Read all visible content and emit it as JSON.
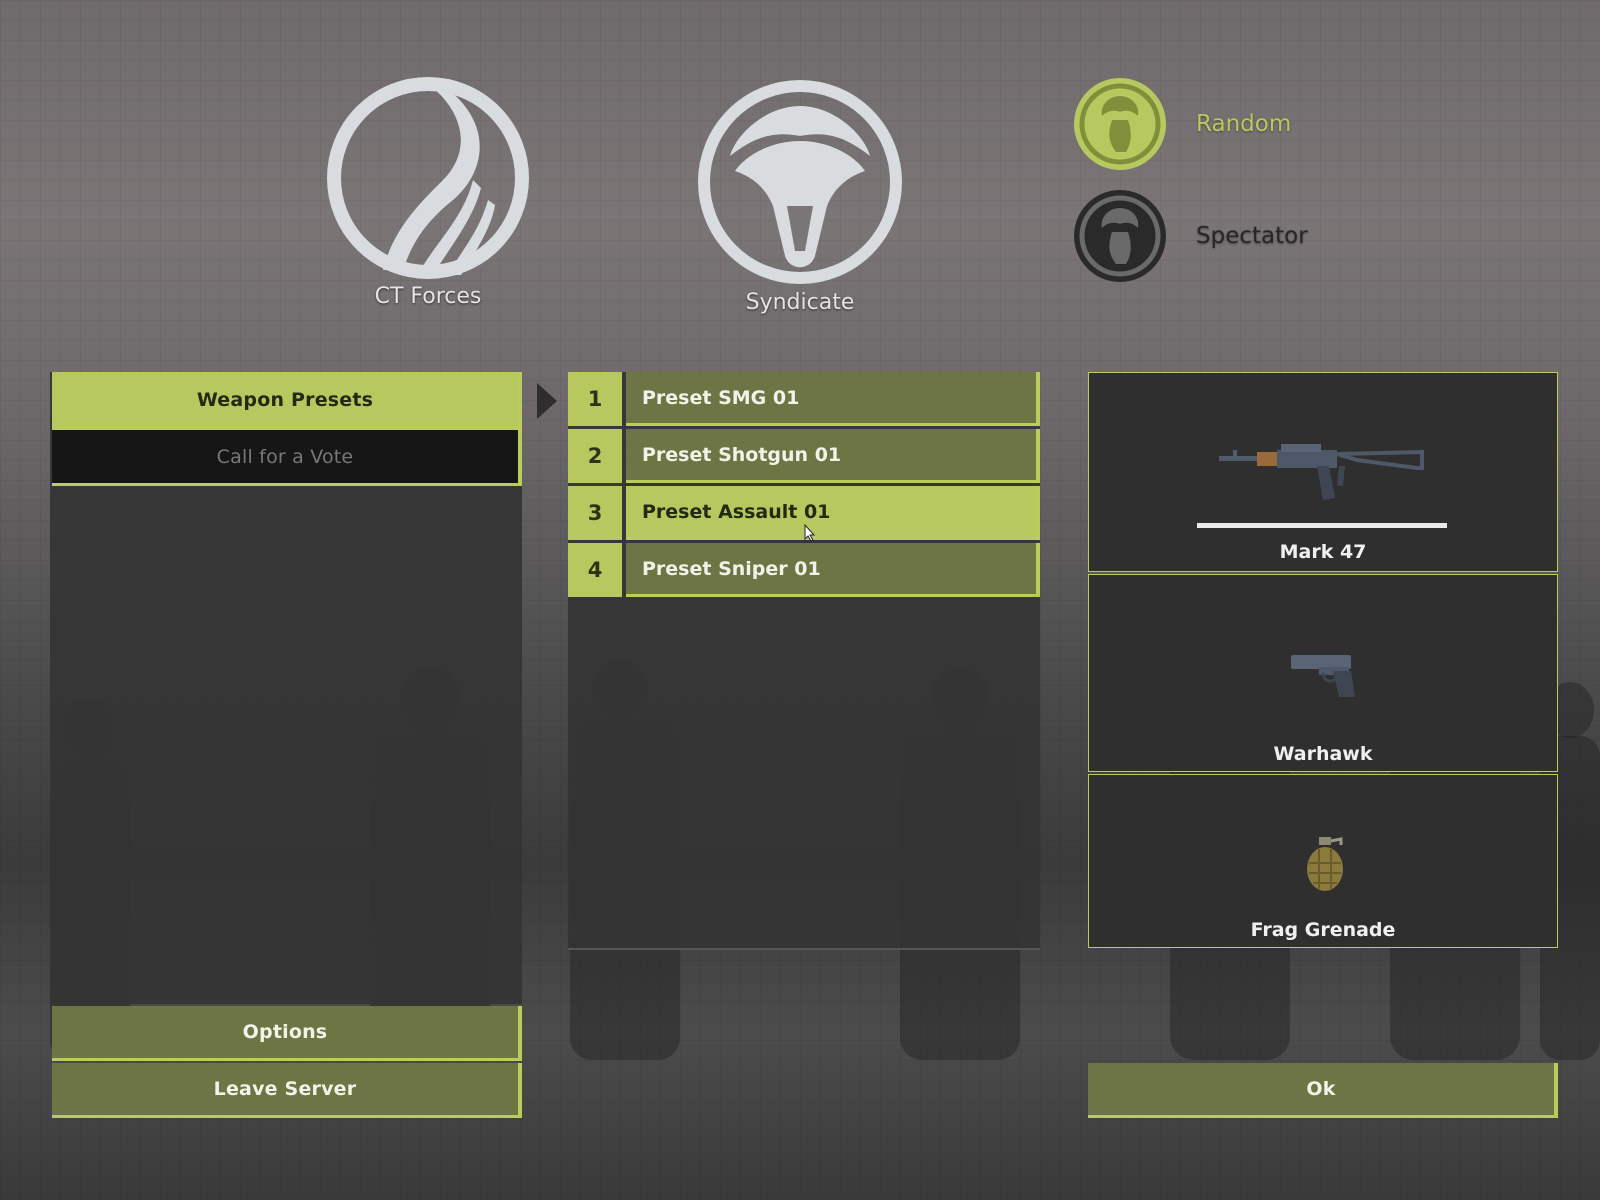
{
  "teams": {
    "ct": {
      "label": "CT Forces"
    },
    "syndicate": {
      "label": "Syndicate"
    },
    "random": {
      "label": "Random",
      "color": "#b7c95e"
    },
    "spectator": {
      "label": "Spectator",
      "color": "#2a2a2a"
    }
  },
  "left_menu": {
    "weapon_presets": "Weapon Presets",
    "call_vote": "Call for a Vote",
    "options": "Options",
    "leave_server": "Leave Server"
  },
  "presets": [
    {
      "num": "1",
      "label": "Preset  SMG 01",
      "active": false
    },
    {
      "num": "2",
      "label": "Preset  Shotgun 01",
      "active": false
    },
    {
      "num": "3",
      "label": "Preset  Assault 01",
      "active": true
    },
    {
      "num": "4",
      "label": "Preset  Sniper 01",
      "active": false
    }
  ],
  "loadout": {
    "primary": "Mark 47",
    "secondary": "Warhawk",
    "grenade": "Frag Grenade"
  },
  "ok_button": "Ok",
  "colors": {
    "accent": "#b7c95e",
    "button": "#6e7545",
    "panel": "#343434"
  }
}
